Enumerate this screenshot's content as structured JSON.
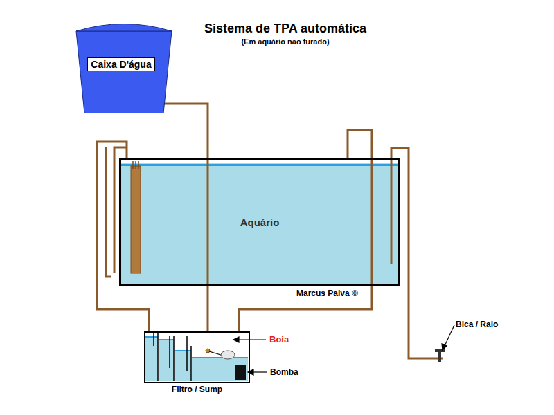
{
  "diagram": {
    "title": "Sistema de TPA automática",
    "nodes": [
      {
        "text": [
          "Caixa D'água"
        ]
      },
      {
        "text": [
          "Aquário"
        ]
      },
      {
        "text": [
          "Filtro / Sump"
        ]
      }
    ],
    "edges": [
      {
        "from": 0,
        "to": 2,
        "arrow": "none"
      },
      {
        "from": 2,
        "to": 1,
        "arrow": "none"
      },
      {
        "from": 1,
        "to": 2,
        "arrow": "none"
      }
    ],
    "labels": [
      "(Em aquário não furado)",
      "Marcus Paiva ©",
      "Boia",
      "Bomba",
      "Bica / Ralo"
    ]
  }
}
